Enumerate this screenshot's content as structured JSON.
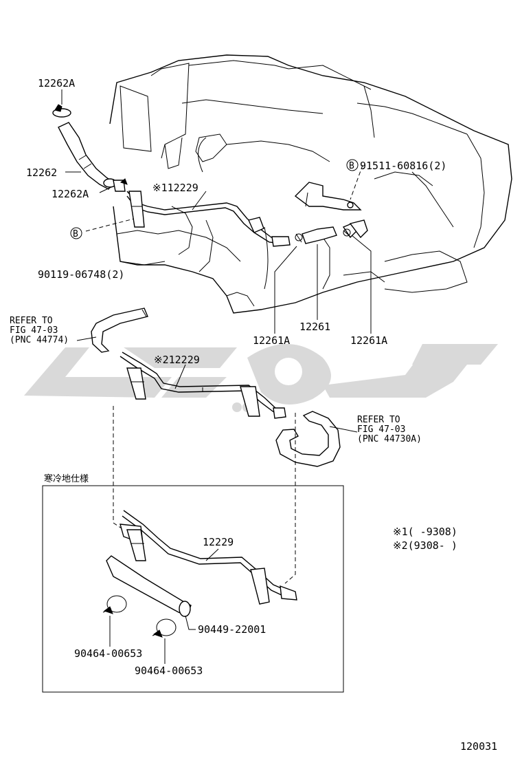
{
  "diagram_code": "120031",
  "labels": {
    "p12262A_top": "12262A",
    "p12262": "12262",
    "p12262A_mid": "12262A",
    "p112229": "※112229",
    "p91511": "91511-60816(2)",
    "p90119": "90119-06748(2)",
    "p12261": "12261",
    "p12261A_left": "12261A",
    "p12261A_right": "12261A",
    "p212229": "※212229",
    "p12229": "12229",
    "p90449": "90449-22001",
    "p90464_a": "90464-00653",
    "p90464_b": "90464-00653"
  },
  "bolt_marker": "B",
  "refer_left": [
    "REFER TO",
    "FIG 47-03",
    "(PNC 44774)"
  ],
  "refer_right": [
    "REFER TO",
    "FIG 47-03",
    "(PNC 44730A)"
  ],
  "inset_title": "寒冷地仕様",
  "legend": {
    "row1": "※1(    -9308)",
    "row2": "※2(9308-     )"
  },
  "colors": {
    "line": "#000000",
    "watermark": "#d9d9d9"
  }
}
